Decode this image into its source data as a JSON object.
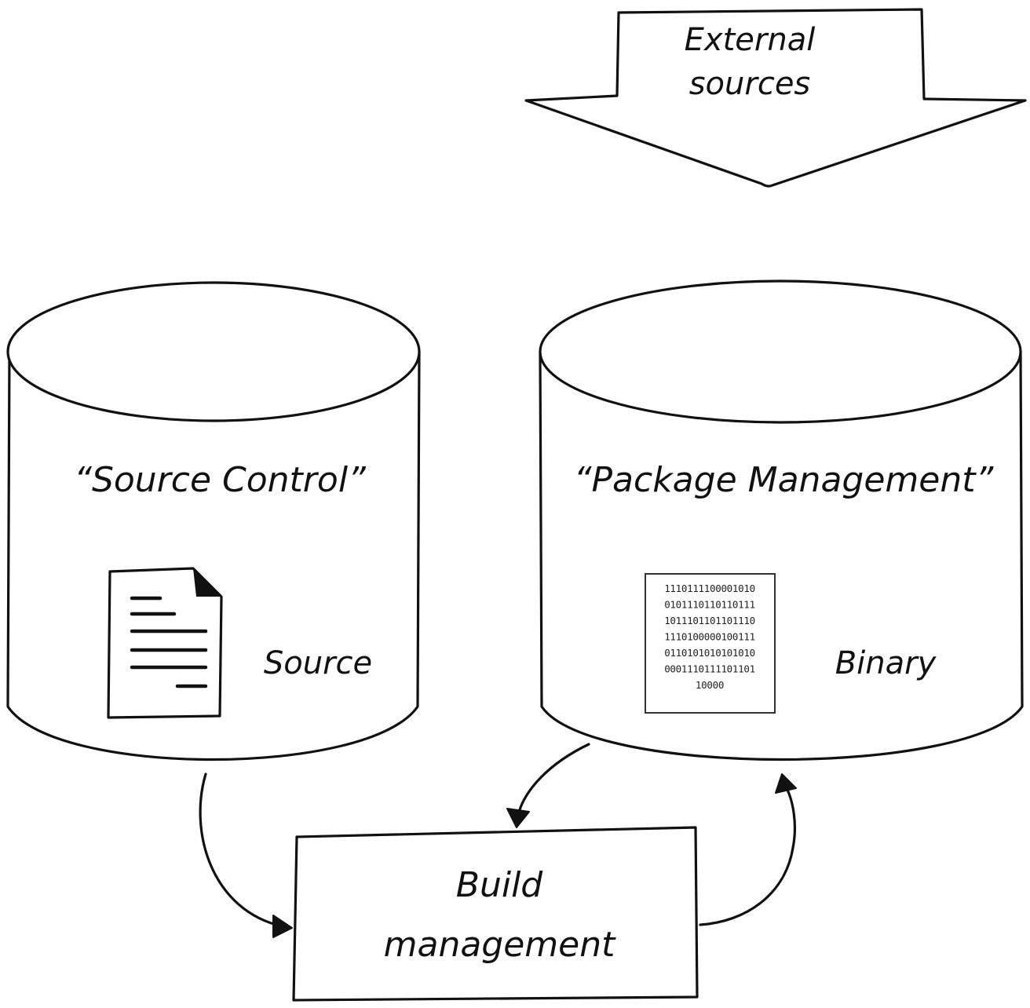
{
  "external": {
    "line1": "External",
    "line2": "sources"
  },
  "source_control": {
    "title": "“Source Control”",
    "item_label": "Source",
    "item_icon": "document-icon"
  },
  "package_management": {
    "title": "“Package Management”",
    "item_label": "Binary",
    "item_icon": "binary-file-icon",
    "binary_lines": [
      "1110111100001010",
      "0101110110110111",
      "1011101101101110",
      "1110100000100111",
      "0110101010101010",
      "0001110111101101",
      "10000"
    ]
  },
  "build": {
    "line1": "Build",
    "line2": "management"
  },
  "colors": {
    "ink": "#111111",
    "background": "#ffffff"
  }
}
